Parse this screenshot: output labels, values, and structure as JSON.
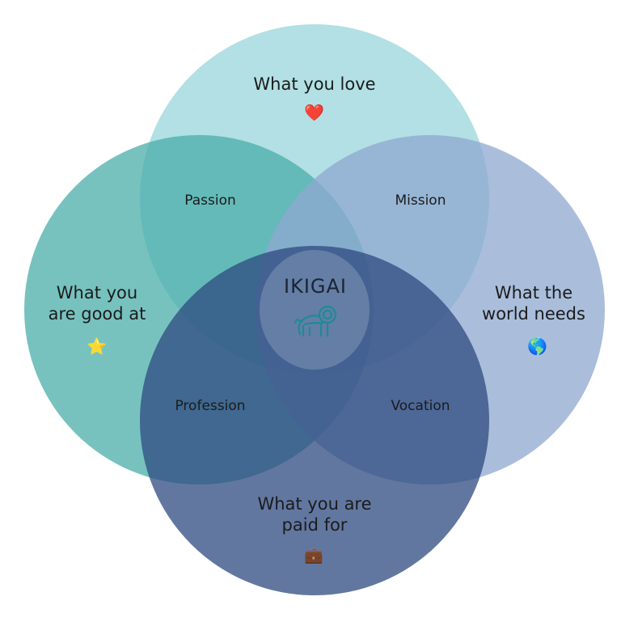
{
  "circles": [
    {
      "id": "love",
      "label": "What you love",
      "emoji": "heart-icon",
      "color": "#a8dce0"
    },
    {
      "id": "good",
      "label": "What you are good at",
      "emoji": "star-icon",
      "color": "#5dbab6"
    },
    {
      "id": "world",
      "label": "What the world needs",
      "emoji": "globe-icon",
      "color": "#98b0d4"
    },
    {
      "id": "paid",
      "label": "What you are paid for",
      "emoji": "briefcase-icon",
      "color": "#3f5a8c"
    }
  ],
  "labels": {
    "love_line1": "What you love",
    "good_line1": "What you",
    "good_line2": "are good at",
    "world_line1": "What the",
    "world_line2": "world needs",
    "paid_line1": "What you are",
    "paid_line2": "paid for",
    "passion": "Passion",
    "mission": "Mission",
    "profession": "Profession",
    "vocation": "Vocation",
    "center": "IKIGAI"
  },
  "icons": {
    "heart": "❤️",
    "star": "⭐",
    "globe": "🌎",
    "briefcase": "💼",
    "center": "lion-icon"
  }
}
